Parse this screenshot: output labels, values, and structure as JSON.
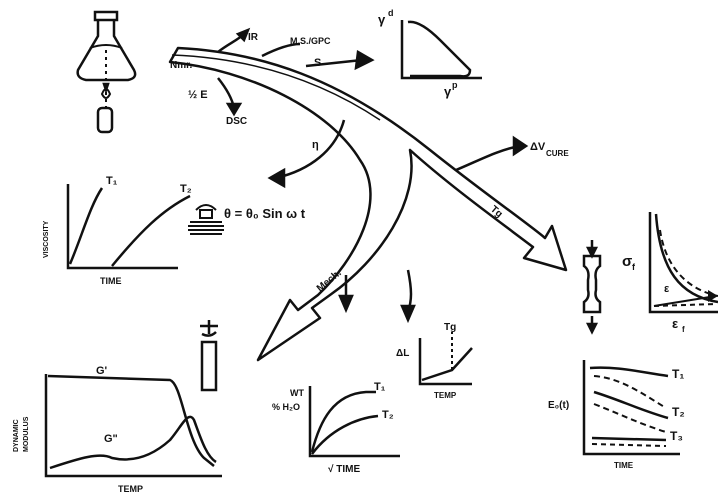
{
  "branch_labels": {
    "ir": "IR",
    "mwd": "M.S./GPC",
    "sq": "S",
    "nmr": "Nmr.",
    "half_e": "½ E",
    "dsc": "DSC",
    "eta": "η",
    "dv_cure": "ΔV",
    "dv_cure_sub": "CURE",
    "tg_arrow": "Tg",
    "mech": "Mech."
  },
  "surface_energy_plot": {
    "y_label": "γ",
    "y_sup": "d",
    "x_label": "γ",
    "x_sup": "p"
  },
  "viscosity_plot": {
    "y_label": "VISCOSITY",
    "x_label": "TIME",
    "curve1": "T₁",
    "curve2": "T₂",
    "equation": "θ = θ₀ Sin ω t"
  },
  "stress_strain_plot": {
    "y_label": "σ",
    "y_sub": "f",
    "x_label": "ε",
    "x_sub": "f",
    "inner_label": "ε"
  },
  "dynamic_plot": {
    "y_label_1": "DYNAMIC",
    "y_label_2": "MODULUS",
    "x_label": "TEMP",
    "curve1": "G'",
    "curve2": "G\""
  },
  "moisture_plot": {
    "y_label_1": "WT",
    "y_label_2": "% H₂O",
    "x_label": "√ TIME",
    "curve1": "T₁",
    "curve2": "T₂"
  },
  "expansion_plot": {
    "y_label": "ΔL",
    "x_label": "TEMP",
    "tg_label": "Tg"
  },
  "creep_plot": {
    "y_label": "E₀(t)",
    "x_label": "TIME",
    "curve1": "T₁",
    "curve2": "T₂",
    "curve3": "T₃"
  }
}
